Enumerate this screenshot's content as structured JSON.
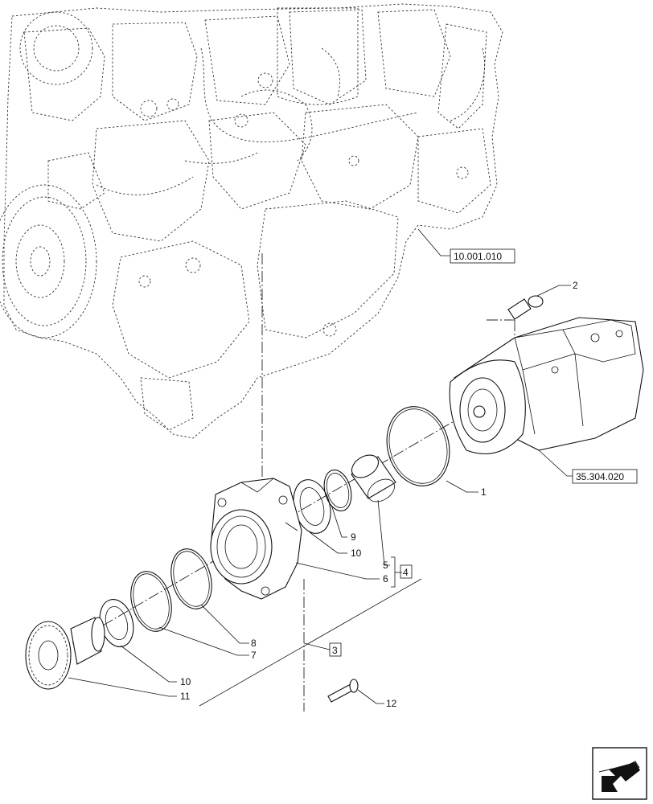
{
  "diagram": {
    "callouts": {
      "c1": "1",
      "c2": "2",
      "c3": "3",
      "c4": "4",
      "c5": "5",
      "c6": "6",
      "c7": "7",
      "c8": "8",
      "c9": "9",
      "c10a": "10",
      "c10b": "10",
      "c11": "11",
      "c12": "12"
    },
    "references": {
      "engine": "10.001.010",
      "pump": "35.304.020"
    }
  },
  "nav": {
    "icon": "next-page-arrow-icon"
  }
}
